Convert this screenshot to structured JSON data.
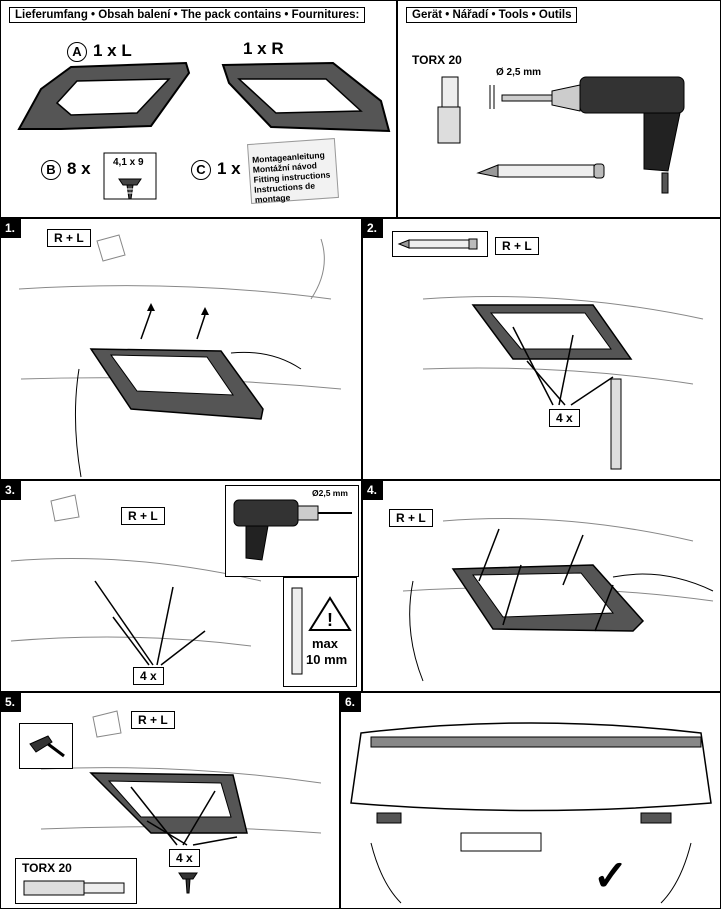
{
  "contents": {
    "header": "Lieferumfang • Obsah balení • The pack contains • Fournitures:",
    "item_a": {
      "letter": "A",
      "qty": "1 x  L"
    },
    "item_r": {
      "qty": "1 x  R"
    },
    "item_b": {
      "letter": "B",
      "qty": "8 x",
      "screw_size": "4,1 x 9"
    },
    "item_c": {
      "letter": "C",
      "qty": "1 x",
      "lines": [
        "Montageanleitung",
        "Montážní návod",
        "Fitting instructions",
        "Instructions de montage"
      ]
    }
  },
  "tools": {
    "header": "Gerät • Nářadí • Tools • Outils",
    "torx": "TORX 20",
    "drill_diameter": "Ø 2,5 mm"
  },
  "steps": [
    {
      "number": "1.",
      "label": "R + L"
    },
    {
      "number": "2.",
      "label": "R + L",
      "count": "4 x"
    },
    {
      "number": "3.",
      "label": "R + L",
      "count": "4 x",
      "drill_diameter": "Ø2,5 mm",
      "warning_line1": "max",
      "warning_line2": "10 mm"
    },
    {
      "number": "4.",
      "label": "R + L"
    },
    {
      "number": "5.",
      "label": "R + L",
      "count": "4 x",
      "torx": "TORX 20"
    },
    {
      "number": "6.",
      "check": "✓"
    }
  ]
}
